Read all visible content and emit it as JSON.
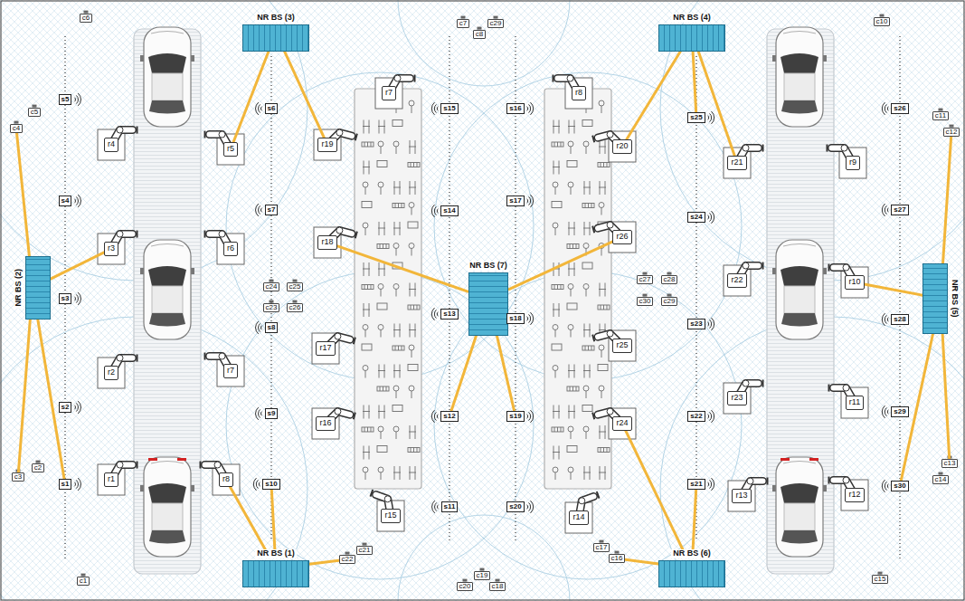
{
  "diagram": {
    "nodes": [
      {
        "text": [
          "NR BS (1)"
        ]
      },
      {
        "text": [
          "NR BS (2)"
        ]
      },
      {
        "text": [
          "NR BS (3)"
        ]
      },
      {
        "text": [
          "NR BS (4)"
        ]
      },
      {
        "text": [
          "NR BS (5)"
        ]
      },
      {
        "text": [
          "NR BS (6)"
        ]
      },
      {
        "text": [
          "NR BS (7)"
        ]
      },
      {
        "text": [
          "r1"
        ]
      },
      {
        "text": [
          "r2"
        ]
      },
      {
        "text": [
          "r3"
        ]
      },
      {
        "text": [
          "r4"
        ]
      },
      {
        "text": [
          "r5"
        ]
      },
      {
        "text": [
          "r6"
        ]
      },
      {
        "text": [
          "r7"
        ]
      },
      {
        "text": [
          "r8"
        ]
      },
      {
        "text": [
          "r9"
        ]
      },
      {
        "text": [
          "r10"
        ]
      },
      {
        "text": [
          "r11"
        ]
      },
      {
        "text": [
          "r12"
        ]
      },
      {
        "text": [
          "r13"
        ]
      },
      {
        "text": [
          "r14"
        ]
      },
      {
        "text": [
          "r15"
        ]
      },
      {
        "text": [
          "r16"
        ]
      },
      {
        "text": [
          "r17"
        ]
      },
      {
        "text": [
          "r18"
        ]
      },
      {
        "text": [
          "r19"
        ]
      },
      {
        "text": [
          "r20"
        ]
      },
      {
        "text": [
          "r21"
        ]
      },
      {
        "text": [
          "r22"
        ]
      },
      {
        "text": [
          "r23"
        ]
      },
      {
        "text": [
          "r24"
        ]
      },
      {
        "text": [
          "r25"
        ]
      },
      {
        "text": [
          "r26"
        ]
      },
      {
        "text": [
          "r7"
        ]
      },
      {
        "text": [
          "r8"
        ]
      },
      {
        "text": [
          "s1"
        ]
      },
      {
        "text": [
          "s2"
        ]
      },
      {
        "text": [
          "s3"
        ]
      },
      {
        "text": [
          "s4"
        ]
      },
      {
        "text": [
          "s5"
        ]
      },
      {
        "text": [
          "s6"
        ]
      },
      {
        "text": [
          "s7"
        ]
      },
      {
        "text": [
          "s8"
        ]
      },
      {
        "text": [
          "s9"
        ]
      },
      {
        "text": [
          "s10"
        ]
      },
      {
        "text": [
          "s11"
        ]
      },
      {
        "text": [
          "s12"
        ]
      },
      {
        "text": [
          "s13"
        ]
      },
      {
        "text": [
          "s14"
        ]
      },
      {
        "text": [
          "s15"
        ]
      },
      {
        "text": [
          "s16"
        ]
      },
      {
        "text": [
          "s17"
        ]
      },
      {
        "text": [
          "s18"
        ]
      },
      {
        "text": [
          "s19"
        ]
      },
      {
        "text": [
          "s20"
        ]
      },
      {
        "text": [
          "s21"
        ]
      },
      {
        "text": [
          "s22"
        ]
      },
      {
        "text": [
          "s23"
        ]
      },
      {
        "text": [
          "s24"
        ]
      },
      {
        "text": [
          "s25"
        ]
      },
      {
        "text": [
          "s26"
        ]
      },
      {
        "text": [
          "s27"
        ]
      },
      {
        "text": [
          "s28"
        ]
      },
      {
        "text": [
          "s29"
        ]
      },
      {
        "text": [
          "s30"
        ]
      },
      {
        "text": [
          "c1"
        ]
      },
      {
        "text": [
          "c2"
        ]
      },
      {
        "text": [
          "c3"
        ]
      },
      {
        "text": [
          "c4"
        ]
      },
      {
        "text": [
          "c5"
        ]
      },
      {
        "text": [
          "c6"
        ]
      },
      {
        "text": [
          "c7"
        ]
      },
      {
        "text": [
          "c8"
        ]
      },
      {
        "text": [
          "c10"
        ]
      },
      {
        "text": [
          "c11"
        ]
      },
      {
        "text": [
          "c12"
        ]
      },
      {
        "text": [
          "c13"
        ]
      },
      {
        "text": [
          "c14"
        ]
      },
      {
        "text": [
          "c15"
        ]
      },
      {
        "text": [
          "c16"
        ]
      },
      {
        "text": [
          "c17"
        ]
      },
      {
        "text": [
          "c18"
        ]
      },
      {
        "text": [
          "c19"
        ]
      },
      {
        "text": [
          "c20"
        ]
      },
      {
        "text": [
          "c21"
        ]
      },
      {
        "text": [
          "c22"
        ]
      },
      {
        "text": [
          "c23"
        ]
      },
      {
        "text": [
          "c24"
        ]
      },
      {
        "text": [
          "c25"
        ]
      },
      {
        "text": [
          "c26"
        ]
      },
      {
        "text": [
          "c27"
        ]
      },
      {
        "text": [
          "c28"
        ]
      },
      {
        "text": [
          "c29"
        ]
      },
      {
        "text": [
          "c30"
        ]
      },
      {
        "text": [
          "c29"
        ]
      }
    ],
    "edges": [
      {
        "from": 0,
        "to": 14,
        "arrow": "none"
      },
      {
        "from": 0,
        "to": 44,
        "arrow": "none"
      },
      {
        "from": 0,
        "to": 85,
        "arrow": "none"
      },
      {
        "from": 1,
        "to": 68,
        "arrow": "none"
      },
      {
        "from": 1,
        "to": 9,
        "arrow": "none"
      },
      {
        "from": 1,
        "to": 67,
        "arrow": "none"
      },
      {
        "from": 1,
        "to": 35,
        "arrow": "none"
      },
      {
        "from": 2,
        "to": 11,
        "arrow": "none"
      },
      {
        "from": 2,
        "to": 25,
        "arrow": "none"
      },
      {
        "from": 3,
        "to": 26,
        "arrow": "none"
      },
      {
        "from": 3,
        "to": 59,
        "arrow": "none"
      },
      {
        "from": 3,
        "to": 27,
        "arrow": "none"
      },
      {
        "from": 4,
        "to": 75,
        "arrow": "none"
      },
      {
        "from": 4,
        "to": 16,
        "arrow": "none"
      },
      {
        "from": 4,
        "to": 76,
        "arrow": "none"
      },
      {
        "from": 4,
        "to": 64,
        "arrow": "none"
      },
      {
        "from": 5,
        "to": 30,
        "arrow": "none"
      },
      {
        "from": 5,
        "to": 55,
        "arrow": "none"
      },
      {
        "from": 5,
        "to": 79,
        "arrow": "none"
      },
      {
        "from": 6,
        "to": 24,
        "arrow": "none"
      },
      {
        "from": 6,
        "to": 32,
        "arrow": "none"
      },
      {
        "from": 6,
        "to": 46,
        "arrow": "none"
      },
      {
        "from": 6,
        "to": 53,
        "arrow": "none"
      }
    ]
  }
}
